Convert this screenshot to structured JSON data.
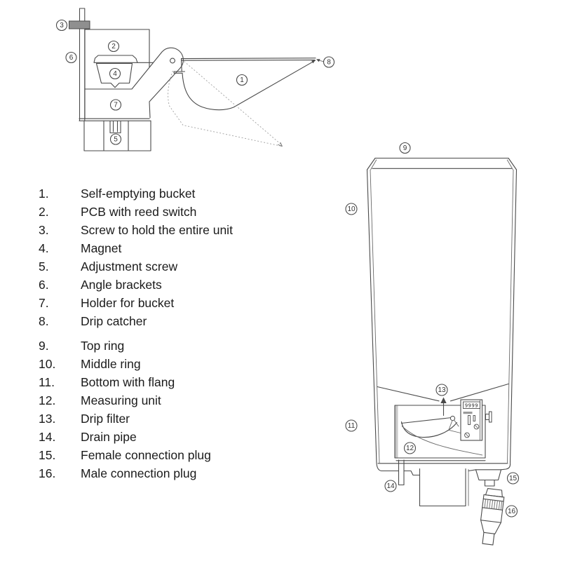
{
  "parts": {
    "group_a": [
      {
        "num": "1.",
        "label": "Self-emptying bucket"
      },
      {
        "num": "2.",
        "label": "PCB with reed switch"
      },
      {
        "num": "3.",
        "label": "Screw to hold the entire unit"
      },
      {
        "num": "4.",
        "label": "Magnet"
      },
      {
        "num": "5.",
        "label": "Adjustment screw"
      },
      {
        "num": "6.",
        "label": "Angle brackets"
      },
      {
        "num": "7.",
        "label": "Holder for bucket"
      },
      {
        "num": "8.",
        "label": "Drip catcher"
      }
    ],
    "group_b": [
      {
        "num": "9.",
        "label": "Top ring"
      },
      {
        "num": "10.",
        "label": "Middle ring"
      },
      {
        "num": "11.",
        "label": "Bottom with flang"
      },
      {
        "num": "12.",
        "label": "Measuring unit"
      },
      {
        "num": "13.",
        "label": "Drip filter"
      },
      {
        "num": "14.",
        "label": "Drain pipe"
      },
      {
        "num": "15.",
        "label": "Female connection plug"
      },
      {
        "num": "16.",
        "label": "Male connection plug"
      }
    ]
  },
  "d1": {
    "callouts": [
      "1",
      "2",
      "3",
      "4",
      "5",
      "6",
      "7",
      "8"
    ]
  },
  "d2": {
    "callouts": [
      "9",
      "10",
      "11",
      "12",
      "13",
      "14",
      "15",
      "16"
    ],
    "counter_display": "9999"
  },
  "colors": {
    "line": "#4a4a4a",
    "screw_head": "#8f8f8f",
    "dotted": "#a0a0a0",
    "shade": "#c8c8c8",
    "text": "#1b1b1b"
  }
}
